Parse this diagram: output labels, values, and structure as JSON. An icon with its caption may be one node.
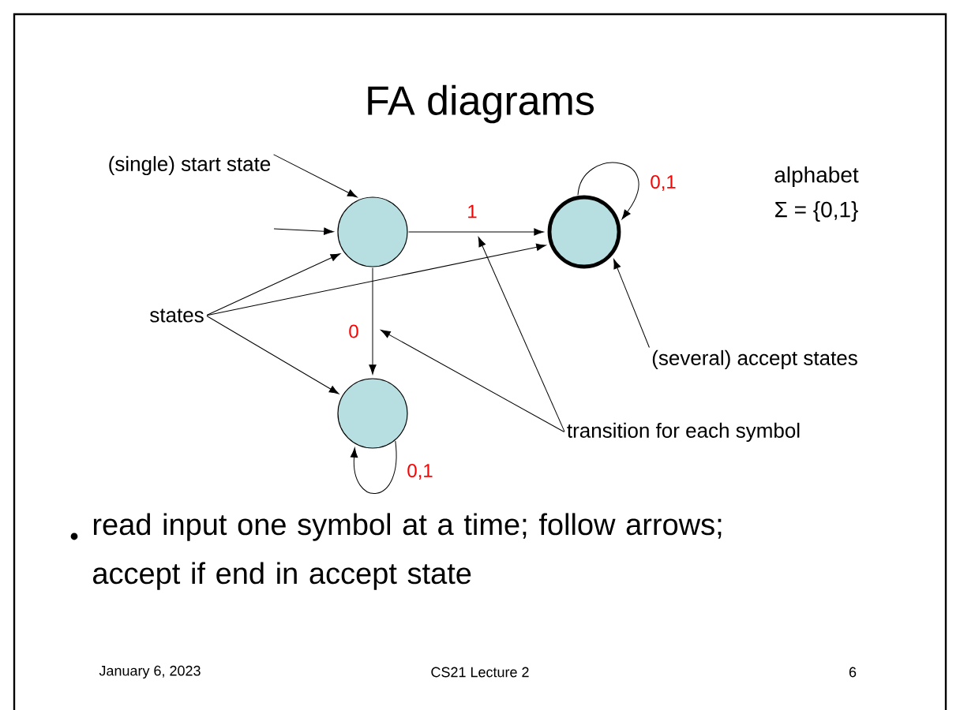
{
  "diagram": {
    "title": "FA diagrams",
    "nodes": [
      {
        "text": [],
        "shape": "circle"
      },
      {
        "text": [],
        "shape": "circle"
      },
      {
        "text": [],
        "shape": "circle"
      },
      {
        "text": [
          "(single) start state"
        ]
      },
      {
        "text": [
          "states"
        ]
      },
      {
        "text": [
          "(several) accept states"
        ]
      },
      {
        "text": [
          "transition for each symbol"
        ]
      }
    ],
    "edges": [
      {
        "from": null,
        "to": 0,
        "arrow": "to"
      },
      {
        "from": 0,
        "to": 1,
        "arrow": "to",
        "label": "1"
      },
      {
        "from": 0,
        "to": 2,
        "arrow": "to",
        "label": "0"
      },
      {
        "from": 1,
        "to": 1,
        "arrow": "to",
        "label": "0,1"
      },
      {
        "from": 2,
        "to": 2,
        "arrow": "to",
        "label": "0,1"
      },
      {
        "from": 3,
        "to": 0,
        "arrow": "to"
      },
      {
        "from": 4,
        "to": 0,
        "arrow": "to"
      },
      {
        "from": 4,
        "to": 1,
        "arrow": "to"
      },
      {
        "from": 4,
        "to": 2,
        "arrow": "to"
      },
      {
        "from": 5,
        "to": 1,
        "arrow": "to"
      },
      {
        "from": 6,
        "to": null,
        "arrow": "to"
      },
      {
        "from": 6,
        "to": null,
        "arrow": "to"
      }
    ],
    "labels": [
      "alphabet",
      "Σ = {0,1}",
      "read input one symbol at a time; follow arrows; accept if end in accept state",
      "January 6, 2023",
      "CS21 Lecture 2",
      "6"
    ]
  }
}
